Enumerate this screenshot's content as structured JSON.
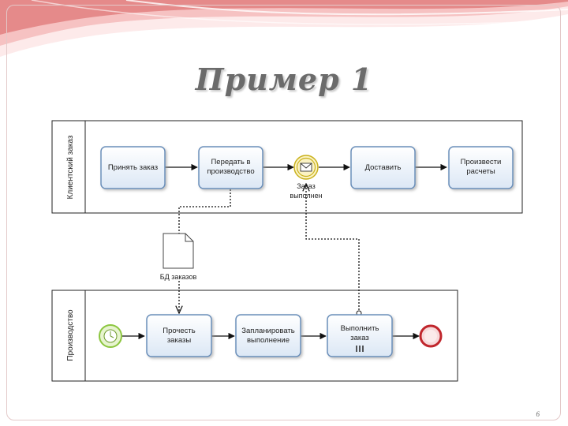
{
  "title": "Пример 1",
  "slide_number": "6",
  "colors": {
    "band_light": "#fdeaea",
    "band_mid": "#f3b5b5",
    "band_dark": "#d96b6b",
    "task_fill": "#e4eef9",
    "task_stroke": "#6b8fba",
    "pool_stroke": "#222222",
    "flow": "#111111",
    "start_event": "#8cc63f",
    "end_event": "#c0262c",
    "message_event": "#c9b11c"
  },
  "pools": [
    {
      "name": "Клиентский заказ",
      "tasks": [
        "Принять заказ",
        "Передать в производство",
        "Доставить",
        "Произвести расчеты"
      ],
      "event_label": "Заказ выполнен"
    },
    {
      "name": "Производство",
      "tasks": [
        "Прочесть заказы",
        "Запланировать выполнение",
        "Выполнить заказ"
      ]
    }
  ],
  "data_object_label": "БД заказов",
  "icons": {
    "start": "start-event-icon",
    "end": "end-event-icon",
    "message": "envelope-icon",
    "data": "document-icon",
    "loop": "multi-instance-icon"
  }
}
